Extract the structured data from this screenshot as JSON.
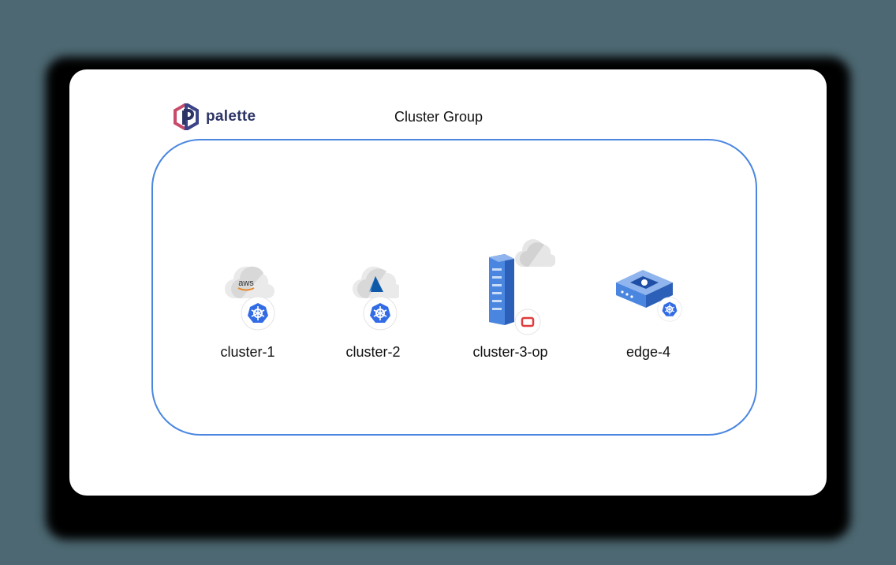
{
  "brand": {
    "name": "palette",
    "icon": "palette-logo-icon"
  },
  "group": {
    "title": "Cluster Group"
  },
  "clusters": [
    {
      "label": "cluster-1",
      "provider_text": "aws",
      "icons": [
        "aws-cloud-icon",
        "kubernetes-icon"
      ]
    },
    {
      "label": "cluster-2",
      "icons": [
        "azure-cloud-icon",
        "kubernetes-icon"
      ]
    },
    {
      "label": "cluster-3-op",
      "icons": [
        "server-rack-icon",
        "cloud-icon",
        "openshift-icon"
      ]
    },
    {
      "label": "edge-4",
      "icons": [
        "edge-device-icon",
        "kubernetes-icon"
      ]
    }
  ],
  "colors": {
    "group_border": "#4a86e0",
    "k8s_blue": "#326ce5",
    "brand_text": "#2d3566"
  }
}
